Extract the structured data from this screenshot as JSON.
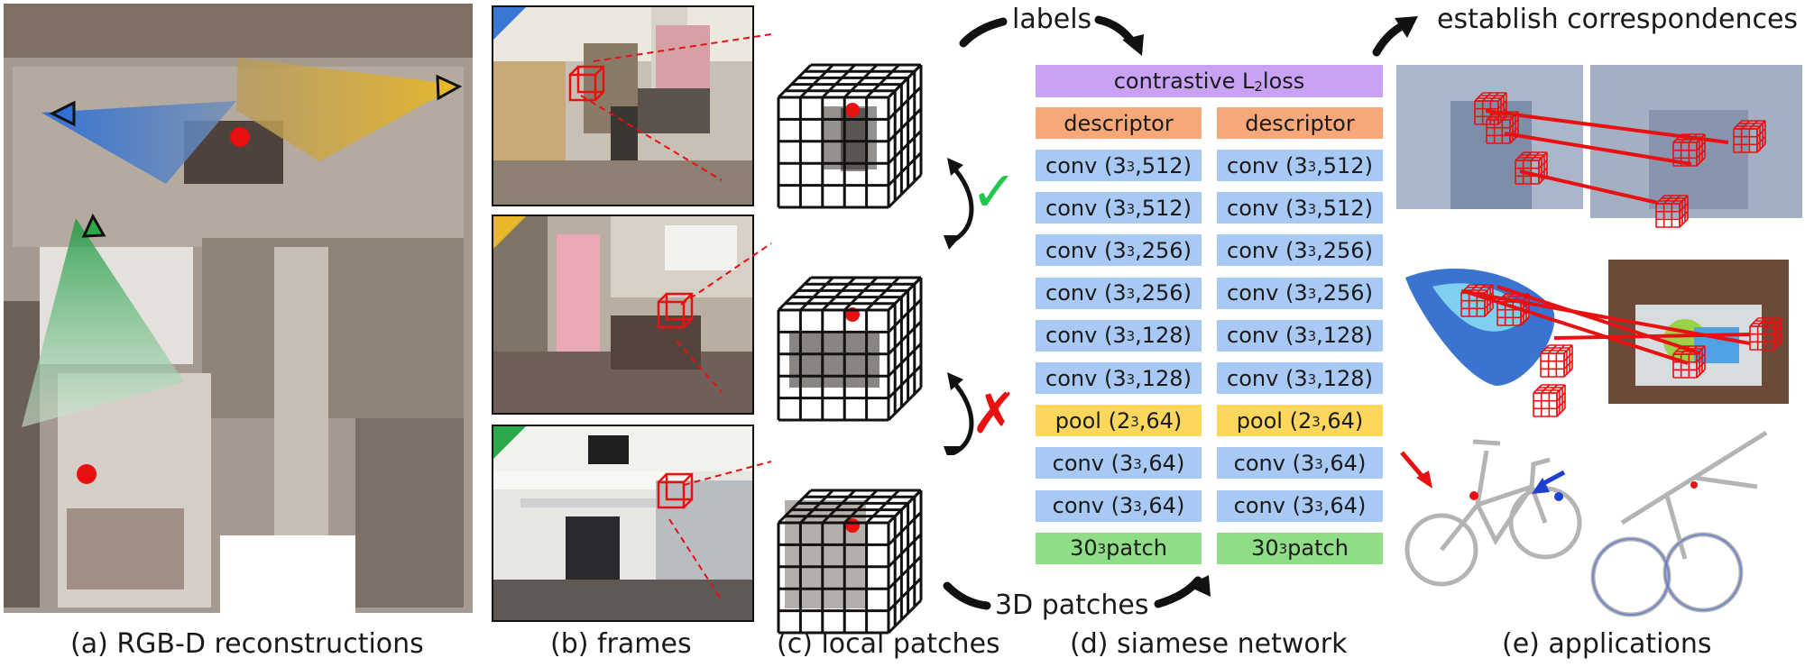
{
  "captions": {
    "a": "(a) RGB-D reconstructions",
    "b": "(b) frames",
    "c": "(c) local patches",
    "d": "(d) siamese network",
    "e": "(e) applications"
  },
  "flow_labels": {
    "labels": "labels",
    "establish": "establish correspondences",
    "patches": "3D patches"
  },
  "match_marks": {
    "positive": "✓",
    "negative": "✗"
  },
  "network": {
    "loss": {
      "pre": "contrastive L",
      "sub": "2",
      "post": " loss"
    },
    "descriptor": "descriptor",
    "towers": [
      [
        {
          "pre": "conv (3",
          "sup": "3",
          "post": ",512)",
          "kind": "conv"
        },
        {
          "pre": "conv (3",
          "sup": "3",
          "post": ",512)",
          "kind": "conv"
        },
        {
          "pre": "conv (3",
          "sup": "3",
          "post": ",256)",
          "kind": "conv"
        },
        {
          "pre": "conv (3",
          "sup": "3",
          "post": ",256)",
          "kind": "conv"
        },
        {
          "pre": "conv (3",
          "sup": "3",
          "post": ",128)",
          "kind": "conv"
        },
        {
          "pre": "conv (3",
          "sup": "3",
          "post": ",128)",
          "kind": "conv"
        },
        {
          "pre": "pool (2",
          "sup": "3",
          "post": ",64)",
          "kind": "pool"
        },
        {
          "pre": "conv (3",
          "sup": "3",
          "post": ",64)",
          "kind": "conv"
        },
        {
          "pre": "conv (3",
          "sup": "3",
          "post": ",64)",
          "kind": "conv"
        },
        {
          "pre": "30",
          "sup": "3",
          "post": " patch",
          "kind": "input"
        }
      ],
      [
        {
          "pre": "conv (3",
          "sup": "3",
          "post": ",512)",
          "kind": "conv"
        },
        {
          "pre": "conv (3",
          "sup": "3",
          "post": ",512)",
          "kind": "conv"
        },
        {
          "pre": "conv (3",
          "sup": "3",
          "post": ",256)",
          "kind": "conv"
        },
        {
          "pre": "conv (3",
          "sup": "3",
          "post": ",256)",
          "kind": "conv"
        },
        {
          "pre": "conv (3",
          "sup": "3",
          "post": ",128)",
          "kind": "conv"
        },
        {
          "pre": "conv (3",
          "sup": "3",
          "post": ",128)",
          "kind": "conv"
        },
        {
          "pre": "pool (2",
          "sup": "3",
          "post": ",64)",
          "kind": "pool"
        },
        {
          "pre": "conv (3",
          "sup": "3",
          "post": ",64)",
          "kind": "conv"
        },
        {
          "pre": "conv (3",
          "sup": "3",
          "post": ",64)",
          "kind": "conv"
        },
        {
          "pre": "30",
          "sup": "3",
          "post": " patch",
          "kind": "input"
        }
      ]
    ]
  },
  "colors": {
    "loss": "#c9a2f6",
    "descriptor": "#f7a878",
    "conv": "#a9c9f5",
    "pool": "#fcd75c",
    "input": "#8fdd86",
    "red": "#e81010",
    "green": "#1dc84a",
    "blue_view": "#3a78d8",
    "yellow_view": "#e8b82a",
    "green_view": "#2aa84a"
  }
}
